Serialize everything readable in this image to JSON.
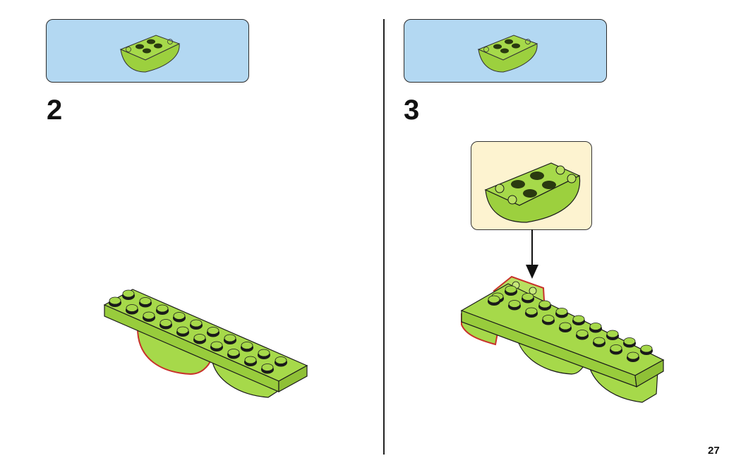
{
  "page": {
    "page_number": "27"
  },
  "steps": [
    {
      "number": "2",
      "parts_list": [
        {
          "part": "lime-green-inverted-slope-brick-2x4-double-curved",
          "quantity": 1
        }
      ]
    },
    {
      "number": "3",
      "parts_list": [
        {
          "part": "lime-green-inverted-slope-brick-2x4-double-curved",
          "quantity": 1
        }
      ],
      "callout": {
        "part": "lime-green-inverted-slope-brick-2x4-double-curved",
        "arrow": "down-arrow-icon"
      }
    }
  ],
  "colors": {
    "brick_lime": "#a6d94a",
    "brick_outline": "#1a1a1a",
    "parts_box_bg": "#b3d8f2",
    "callout_bg": "#fdf3d0",
    "highlight_red": "#c8312b"
  }
}
